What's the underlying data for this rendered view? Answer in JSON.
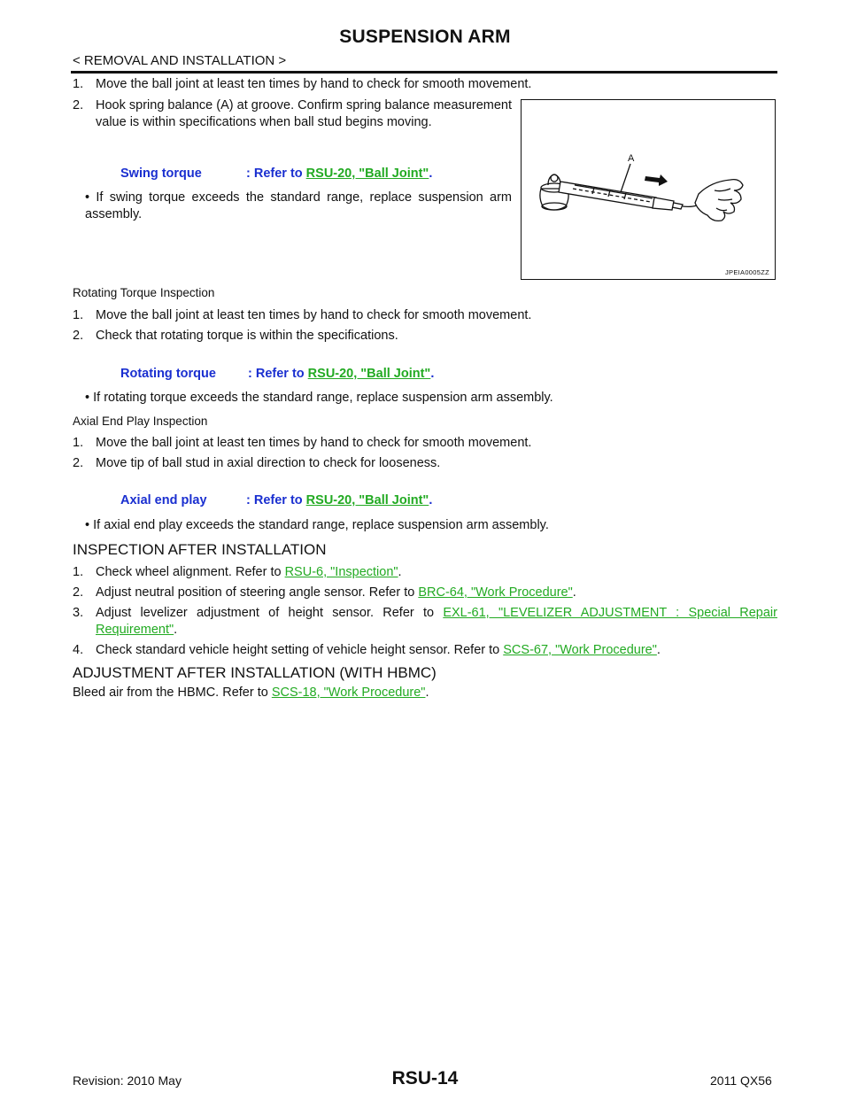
{
  "header": {
    "title": "SUSPENSION ARM",
    "section": "< REMOVAL AND INSTALLATION >"
  },
  "ball_joint_swing": {
    "step1": {
      "num": "1.",
      "text": "Move the ball joint at least ten times by hand to check for smooth movement."
    },
    "step2": {
      "num": "2.",
      "text": "Hook spring balance (A) at groove. Confirm spring balance measurement value is within specifications when ball stud begins moving."
    },
    "spec": {
      "label": "Swing torque",
      "refer": ": Refer to ",
      "link": "RSU-20, \"Ball Joint\"",
      "end": "."
    },
    "bullet": "• If swing torque exceeds the standard range, replace suspension arm assembly."
  },
  "figure": {
    "label_a": "A",
    "code": "JPEIA0005ZZ"
  },
  "rotating": {
    "heading": "Rotating Torque Inspection",
    "step1": {
      "num": "1.",
      "text": "Move the ball joint at least ten times by hand to check for smooth movement."
    },
    "step2": {
      "num": "2.",
      "text": "Check that rotating torque is within the specifications."
    },
    "spec": {
      "label": "Rotating torque",
      "refer": ": Refer to ",
      "link": "RSU-20, \"Ball Joint\"",
      "end": "."
    },
    "bullet": "• If rotating torque exceeds the standard range, replace suspension arm assembly."
  },
  "axial": {
    "heading": "Axial End Play Inspection",
    "step1": {
      "num": "1.",
      "text": "Move the ball joint at least ten times by hand to check for smooth movement."
    },
    "step2": {
      "num": "2.",
      "text": "Move tip of ball stud in axial direction to check for looseness."
    },
    "spec": {
      "label": "Axial end play",
      "refer": ": Refer to ",
      "link": "RSU-20, \"Ball Joint\"",
      "end": "."
    },
    "bullet": "• If axial end play exceeds the standard range, replace suspension arm assembly."
  },
  "after_install": {
    "heading": "INSPECTION AFTER INSTALLATION",
    "step1": {
      "num": "1.",
      "text": "Check wheel alignment. Refer to ",
      "link": "RSU-6, \"Inspection\"",
      "end": "."
    },
    "step2": {
      "num": "2.",
      "text": "Adjust neutral position of steering angle sensor. Refer to ",
      "link": "BRC-64, \"Work Procedure\"",
      "end": "."
    },
    "step3": {
      "num": "3.",
      "text": "Adjust levelizer adjustment of height sensor. Refer to ",
      "link": "EXL-61, \"LEVELIZER ADJUSTMENT : Special Repair Requirement\"",
      "end": "."
    },
    "step4": {
      "num": "4.",
      "text": "Check  standard vehicle height setting of vehicle height sensor. Refer to ",
      "link": "SCS-67, \"Work Procedure\"",
      "end": "."
    }
  },
  "adjustment": {
    "heading": "ADJUSTMENT AFTER INSTALLATION (WITH HBMC)",
    "text": "Bleed air from the HBMC. Refer to ",
    "link": "SCS-18, \"Work Procedure\"",
    "end": "."
  },
  "footer": {
    "revision": "Revision: 2010 May",
    "page": "RSU-14",
    "model": "2011 QX56"
  }
}
